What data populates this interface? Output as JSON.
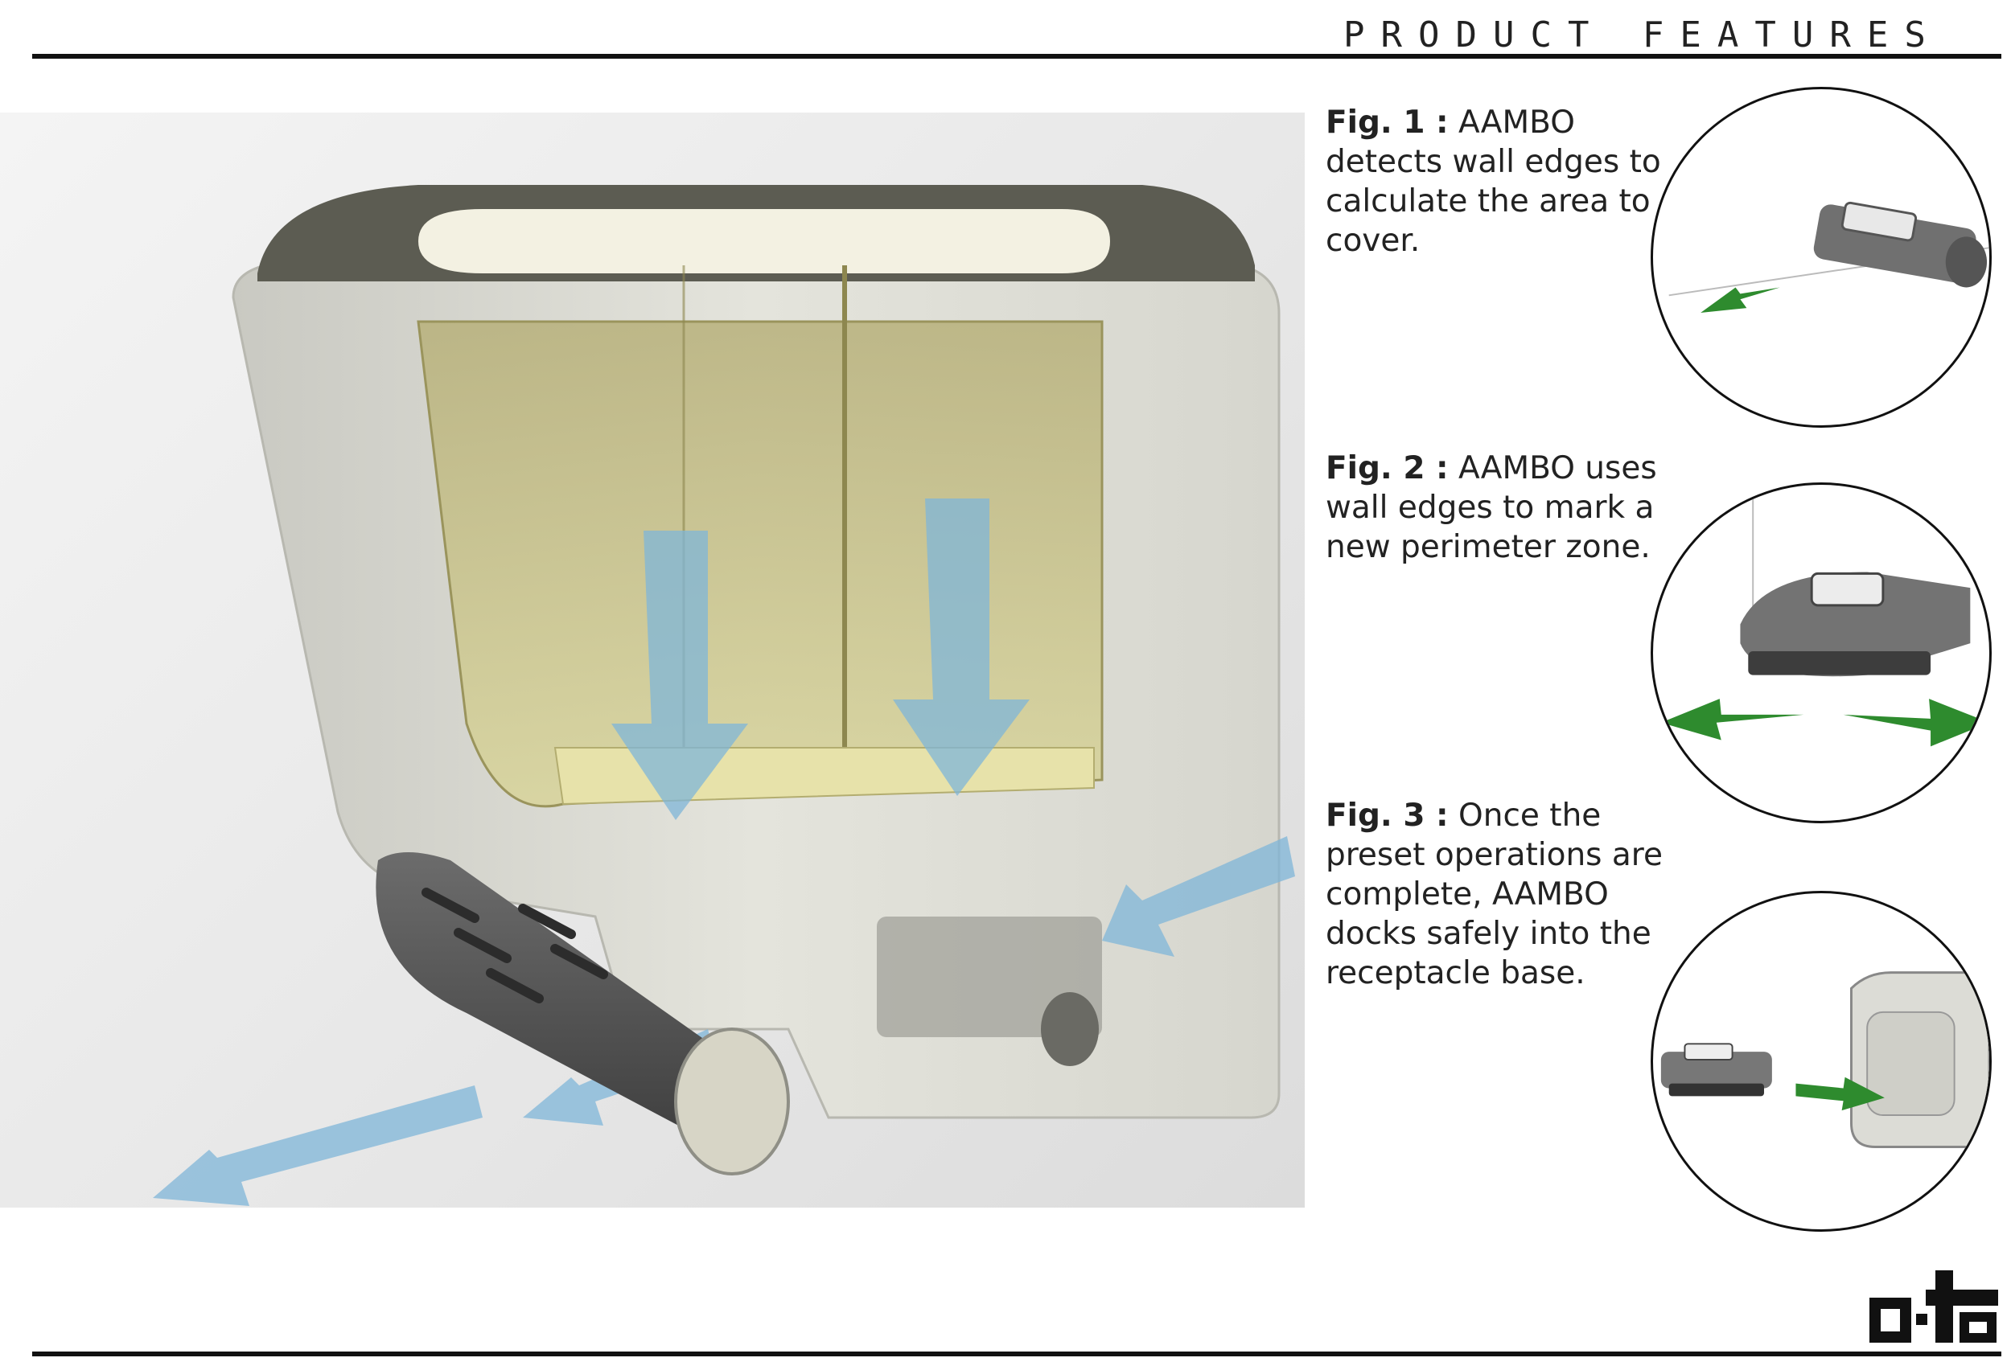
{
  "header": {
    "title": "PRODUCT FEATURES"
  },
  "figures": [
    {
      "label": "Fig. 1 :",
      "text": "AAMBO detects wall edges to calculate the area to cover.",
      "icon": "robot-detecting-wall-illustration"
    },
    {
      "label": "Fig. 2 :",
      "text": "AAMBO uses wall edges to mark a new perimeter zone.",
      "icon": "robot-perimeter-illustration"
    },
    {
      "label": "Fig. 3 :",
      "text": "Once the preset operations are complete, AAMBO docks safely into the receptacle base.",
      "icon": "robot-docking-illustration"
    }
  ],
  "colors": {
    "accent_green": "#2e8b2e",
    "airflow_blue": "#7fb6d8",
    "tank_olive": "#b8b27a",
    "rule": "#111111"
  }
}
